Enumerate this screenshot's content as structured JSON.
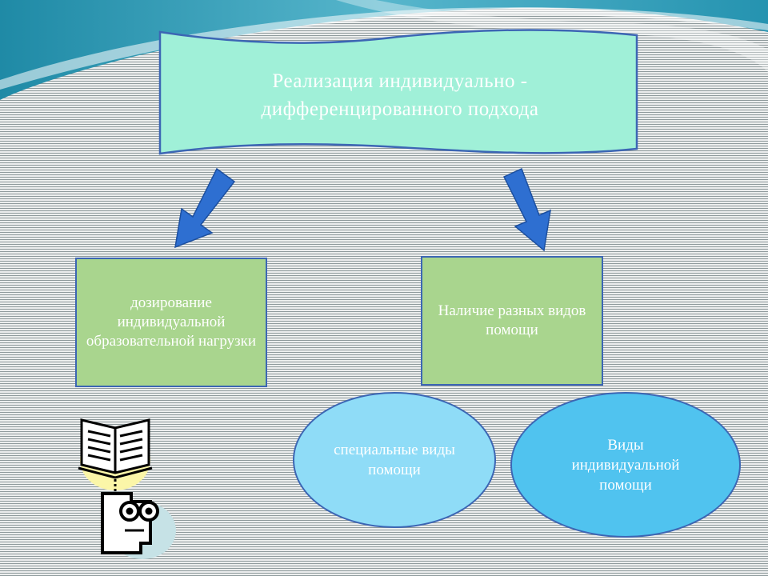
{
  "diagram": {
    "title": "Реализация индивидуально - дифференцированного подхода",
    "nodes": [
      {
        "id": "dosing",
        "label": "дозирование индивидуальной образовательной нагрузки"
      },
      {
        "id": "help_types",
        "label": "Наличие разных видов помощи"
      },
      {
        "id": "special_help",
        "label": "специальные виды помощи"
      },
      {
        "id": "individual_help",
        "label": "Виды индивидуальной помощи"
      }
    ],
    "edges": [
      {
        "from": "title",
        "to": "dosing"
      },
      {
        "from": "title",
        "to": "help_types"
      }
    ]
  },
  "colors": {
    "banner_fill": "#a0f0d8",
    "border": "#3c66b4",
    "box_fill": "#a9d58e",
    "arrow": "#2e6fd1",
    "ellipse_light": "#8fdcf7",
    "ellipse_dark": "#50c3ef",
    "swoosh": "#1d8ca8",
    "text": "#ffffff"
  },
  "icons": [
    "open-book-icon",
    "reading-person-icon",
    "down-arrow-icon"
  ]
}
